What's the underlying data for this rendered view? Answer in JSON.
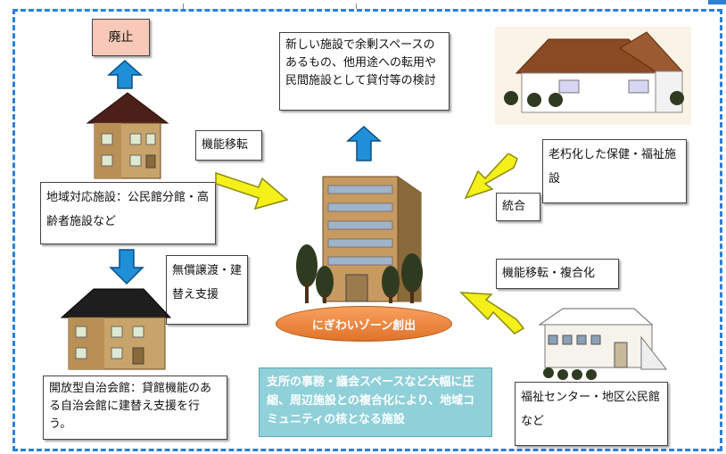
{
  "labels": {
    "haishi": "廃止",
    "surplus": "新しい施設で余剰スペースのあるもの、他用途への転用や民間施設として貸付等の検討",
    "kinou_iten": "機能移転",
    "roukyu": "老朽化した保健・福祉施設",
    "tougou": "統合",
    "chiiki": "地域対応施設：公民館分館・高齢者施設など",
    "mushou": "無償譲渡・建替え支援",
    "fukugou": "機能移転・複合化",
    "nigiwai": "にぎわいゾーン創出",
    "kaihou": "開放型自治会館：貸館機能のある自治会館に建替え支援を行う。",
    "shisho": "支所の事務・議会スペースなど大幅に圧縮、周辺施設との複合化により、地域コミュニティの核となる施設",
    "fukushi": "福祉センター・地区公民館など"
  },
  "colors": {
    "frame": "#2e7fd6",
    "blue_arrow": "#1f8fd8",
    "yellow_arrow": "#f5ef1a",
    "ellipse": "#ef8a3c",
    "teal_box": "#8fd0d9"
  }
}
